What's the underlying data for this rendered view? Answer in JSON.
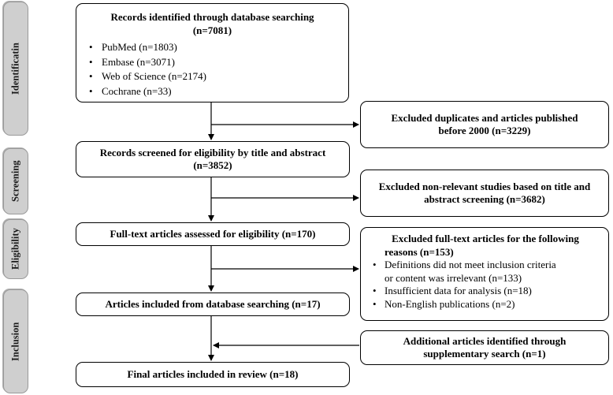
{
  "stages": [
    "Identificatin",
    "Screening",
    "Eligibility",
    "Inclusion"
  ],
  "identification": {
    "title": "Records identified through database searching",
    "count": "(n=7081)",
    "databases": [
      "PubMed (n=1803)",
      "Embase (n=3071)",
      "Web of Science (n=2174)",
      "Cochrane (n=33)"
    ]
  },
  "excluded_duplicates": [
    "Excluded duplicates and articles published",
    "before 2000 (n=3229)"
  ],
  "screened": [
    "Records screened for eligibility by title and abstract",
    "(n=3852)"
  ],
  "excluded_nonrelevant": [
    "Excluded non-relevant studies based on title and",
    "abstract screening (n=3682)"
  ],
  "fulltext": "Full-text articles assessed for eligibility (n=170)",
  "excluded_fulltext": {
    "title": "Excluded full-text articles for the following",
    "count": "reasons (n=153)",
    "reasons": [
      [
        "Definitions did not meet inclusion criteria",
        "or content was irrelevant (n=133)"
      ],
      [
        "Insufficient data for analysis (n=18)"
      ],
      [
        "Non-English publications (n=2)"
      ]
    ]
  },
  "included_db": "Articles included from database searching (n=17)",
  "additional": [
    "Additional articles identified through",
    "supplementary search (n=1)"
  ],
  "final": "Final articles included in review (n=18)"
}
